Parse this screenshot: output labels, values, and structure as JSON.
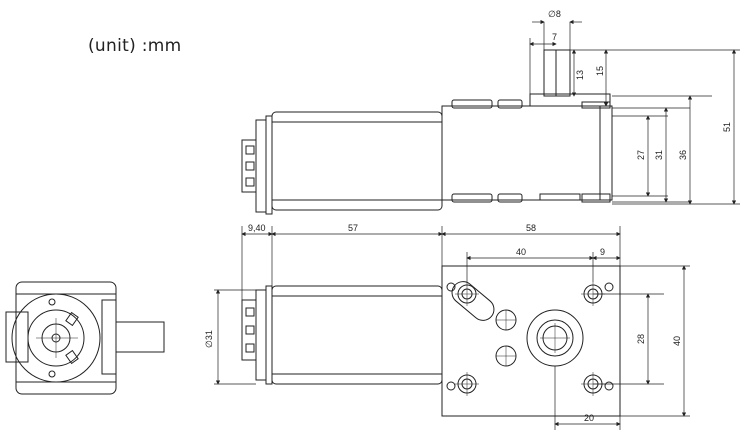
{
  "unit_label": "(unit) :mm",
  "dims": {
    "shaft_diameter": "∅8",
    "shaft_offset": "7",
    "shaft_length_13": "13",
    "shaft_length_15": "15",
    "gearbox_27": "27",
    "gearbox_31": "31",
    "gearbox_36": "36",
    "overall_51": "51",
    "rear_940": "9,40",
    "motor_57": "57",
    "gearbox_58": "58",
    "hole_spacing_40": "40",
    "hole_edge_9": "9",
    "motor_diameter": "∅31",
    "vertical_28": "28",
    "vertical_40": "40",
    "bottom_20": "20"
  }
}
